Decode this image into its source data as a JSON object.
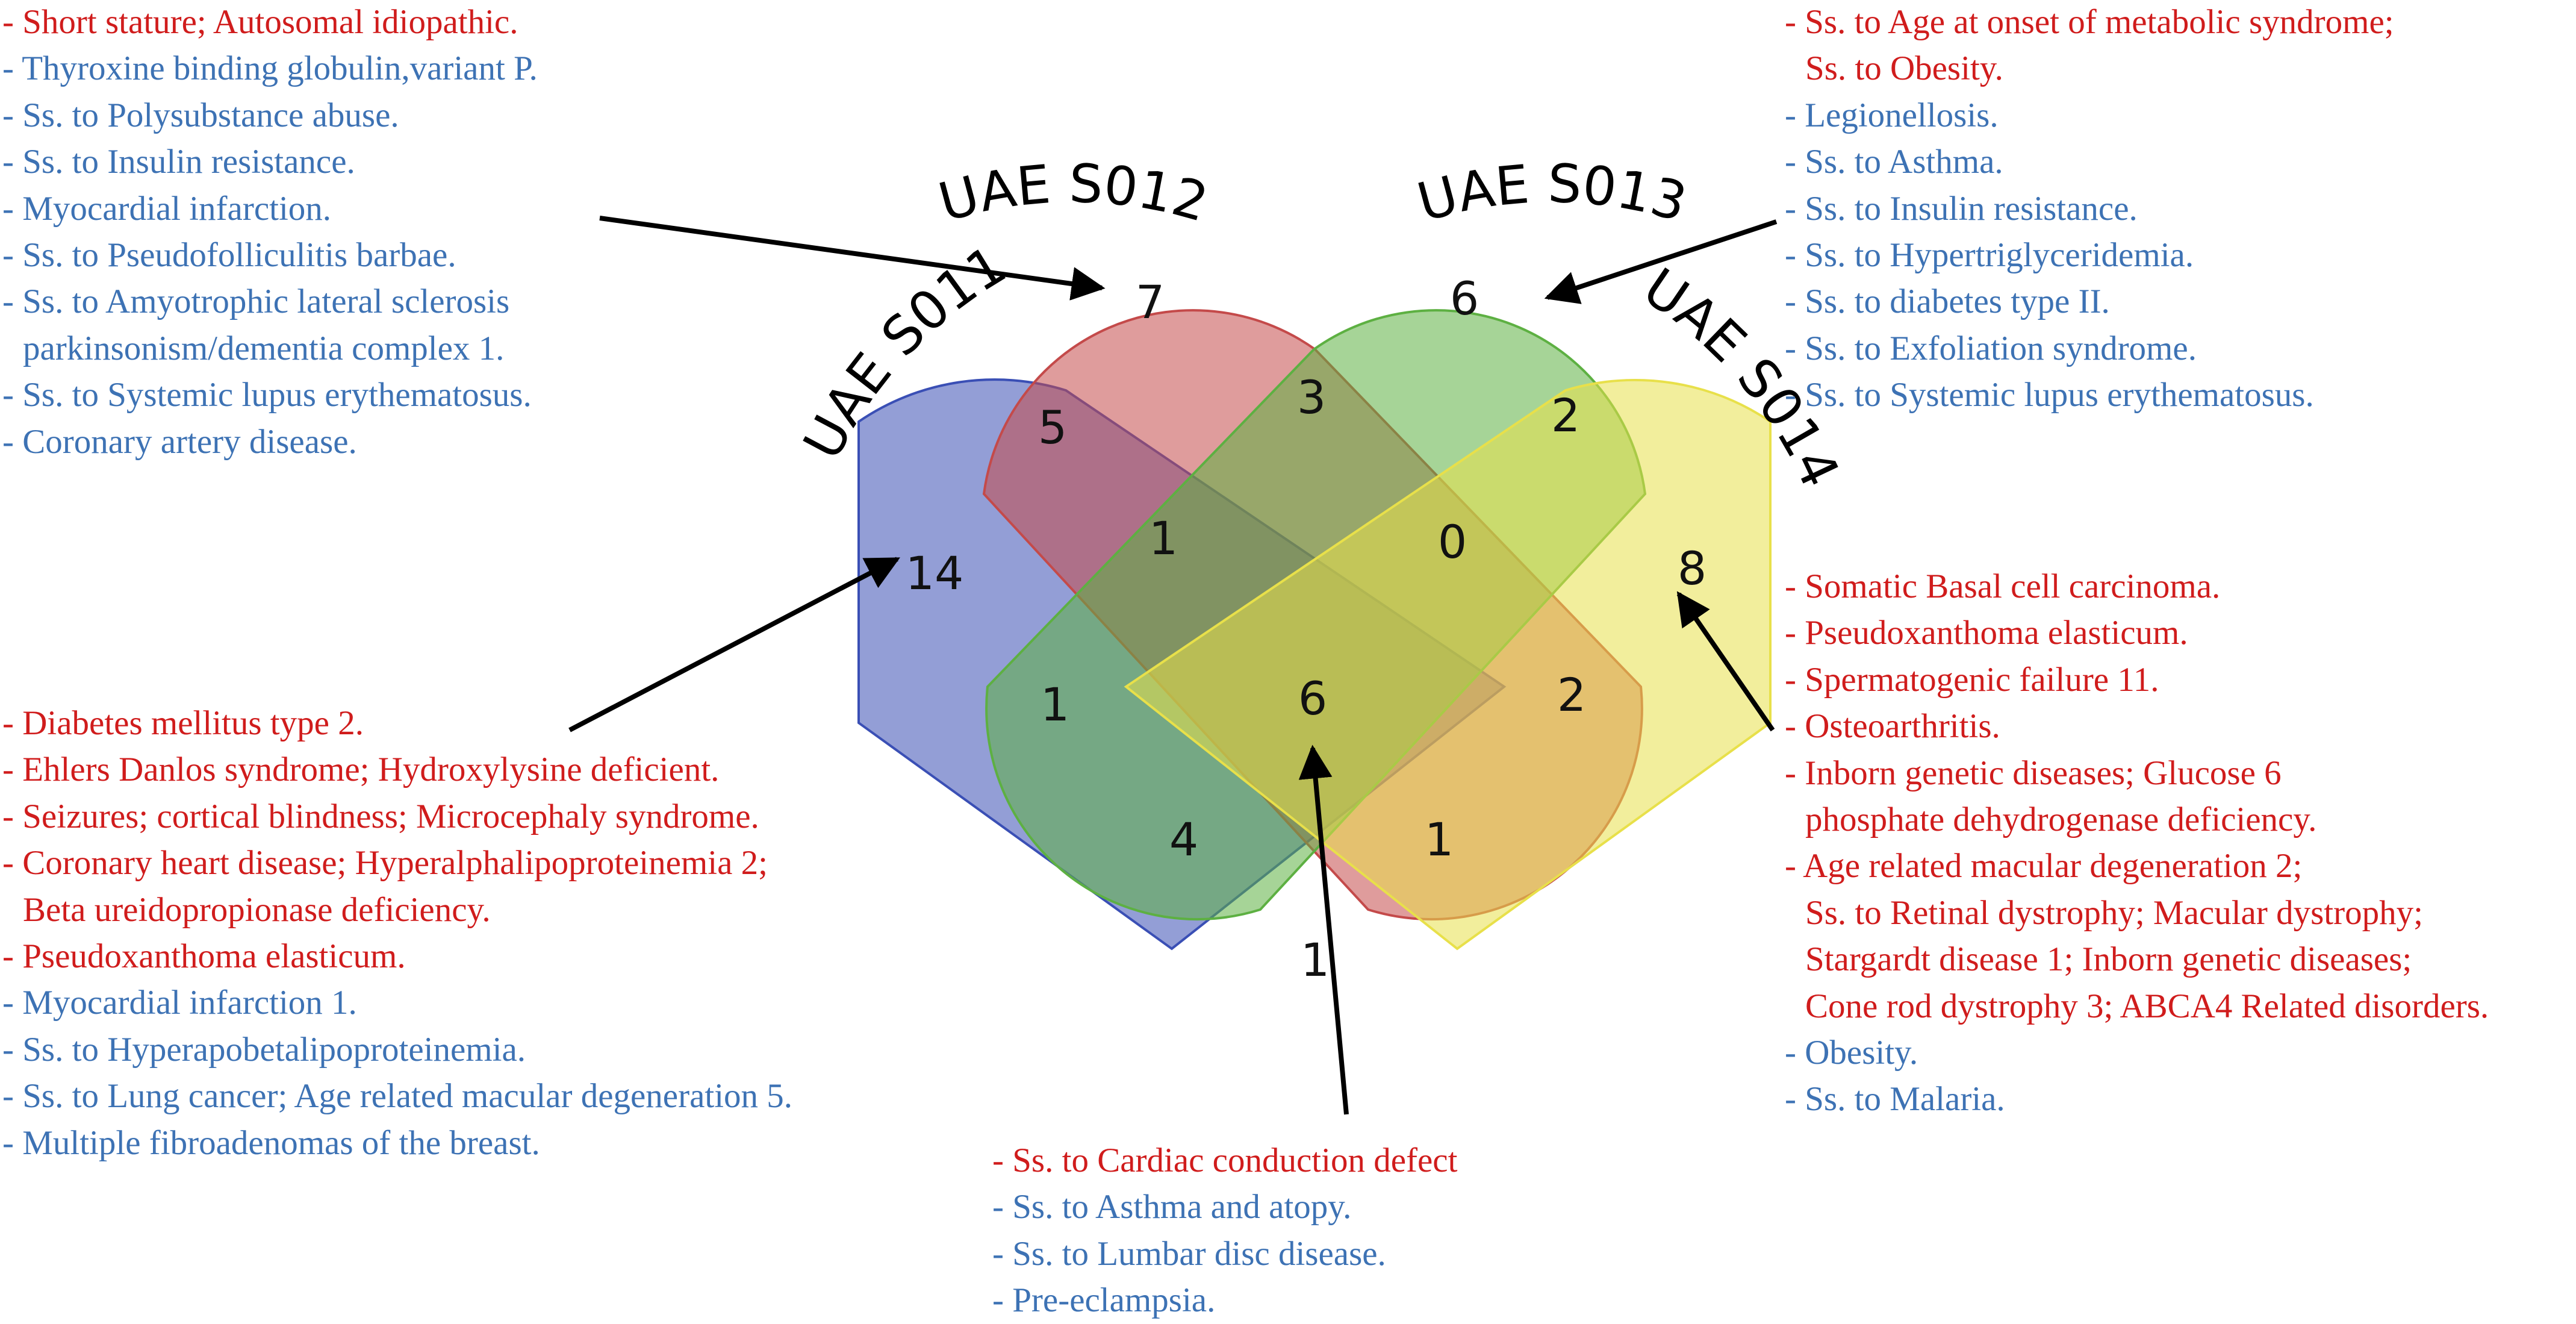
{
  "venn": {
    "sets": [
      {
        "id": "s011",
        "label": "UAE S011",
        "color": "#3a4fb5"
      },
      {
        "id": "s012",
        "label": "UAE S012",
        "color": "#c44a4a"
      },
      {
        "id": "s013",
        "label": "UAE S013",
        "color": "#5db042"
      },
      {
        "id": "s014",
        "label": "UAE S014",
        "color": "#e8e04a"
      }
    ],
    "counts": {
      "s011_only": "14",
      "s012_only": "7",
      "s013_only": "6",
      "s014_only": "8",
      "s011_s012": "5",
      "s012_s013": "3",
      "s013_s014": "2",
      "s011_s012_s013": "1",
      "s012_s013_s014": "0",
      "s011_s013": "1",
      "s012_s014": "2",
      "all_four": "6",
      "s011_s013_s014": "4",
      "s011_s012_s014": "1",
      "s011_s014": "1"
    }
  },
  "annotations": {
    "top_left": [
      {
        "lines": [
          "- Short stature; Autosomal idiopathic."
        ],
        "color": "red"
      },
      {
        "lines": [
          "- Thyroxine binding globulin,variant P."
        ],
        "color": "blue"
      },
      {
        "lines": [
          "- Ss. to Polysubstance abuse."
        ],
        "color": "blue"
      },
      {
        "lines": [
          "- Ss. to Insulin resistance."
        ],
        "color": "blue"
      },
      {
        "lines": [
          "- Myocardial infarction."
        ],
        "color": "blue"
      },
      {
        "lines": [
          "- Ss. to Pseudofolliculitis barbae."
        ],
        "color": "blue"
      },
      {
        "lines": [
          "- Ss. to Amyotrophic lateral sclerosis",
          "parkinsonism/dementia complex 1."
        ],
        "color": "blue"
      },
      {
        "lines": [
          "- Ss. to Systemic lupus erythematosus."
        ],
        "color": "blue"
      },
      {
        "lines": [
          "- Coronary artery disease."
        ],
        "color": "blue"
      }
    ],
    "top_right": [
      {
        "lines": [
          "- Ss. to Age at onset of metabolic syndrome;",
          "Ss. to Obesity."
        ],
        "color": "red"
      },
      {
        "lines": [
          "- Legionellosis."
        ],
        "color": "blue"
      },
      {
        "lines": [
          "- Ss. to  Asthma."
        ],
        "color": "blue"
      },
      {
        "lines": [
          "- Ss. to Insulin resistance."
        ],
        "color": "blue"
      },
      {
        "lines": [
          "- Ss. to Hypertriglyceridemia."
        ],
        "color": "blue"
      },
      {
        "lines": [
          "- Ss. to diabetes type II."
        ],
        "color": "blue"
      },
      {
        "lines": [
          "- Ss. to  Exfoliation syndrome."
        ],
        "color": "blue"
      },
      {
        "lines": [
          "- Ss. to Systemic lupus erythematosus."
        ],
        "color": "blue"
      }
    ],
    "mid_right": [
      {
        "lines": [
          "- Somatic Basal cell carcinoma."
        ],
        "color": "red"
      },
      {
        "lines": [
          "- Pseudoxanthoma elasticum."
        ],
        "color": "red"
      },
      {
        "lines": [
          "- Spermatogenic failure 11."
        ],
        "color": "red"
      },
      {
        "lines": [
          "- Osteoarthritis."
        ],
        "color": "red"
      },
      {
        "lines": [
          "- Inborn genetic diseases; Glucose 6",
          "phosphate dehydrogenase deficiency."
        ],
        "color": "red"
      },
      {
        "lines": [
          "- Age related  macular degeneration 2;",
          "Ss. to Retinal dystrophy; Macular dystrophy;",
          "Stargardt disease 1; Inborn genetic diseases;",
          "Cone rod dystrophy 3; ABCA4 Related disorders."
        ],
        "color": "red"
      },
      {
        "lines": [
          "- Obesity."
        ],
        "color": "blue"
      },
      {
        "lines": [
          "- Ss. to  Malaria."
        ],
        "color": "blue"
      }
    ],
    "mid_left": [
      {
        "lines": [
          "- Diabetes mellitus type 2."
        ],
        "color": "red"
      },
      {
        "lines": [
          "- Ehlers Danlos syndrome; Hydroxylysine deficient."
        ],
        "color": "red"
      },
      {
        "lines": [
          "- Seizures; cortical blindness; Microcephaly syndrome."
        ],
        "color": "red"
      },
      {
        "lines": [
          "- Coronary heart disease; Hyperalphalipoproteinemia 2;",
          "Beta ureidopropionase deficiency."
        ],
        "color": "red"
      },
      {
        "lines": [
          "- Pseudoxanthoma elasticum."
        ],
        "color": "red"
      },
      {
        "lines": [
          "- Myocardial infarction 1."
        ],
        "color": "blue"
      },
      {
        "lines": [
          "- Ss. to Hyperapobetalipoproteinemia."
        ],
        "color": "blue"
      },
      {
        "lines": [
          "- Ss. to Lung cancer; Age related macular degeneration 5."
        ],
        "color": "blue"
      },
      {
        "lines": [
          "- Multiple fibroadenomas of the breast."
        ],
        "color": "blue"
      }
    ],
    "bottom": [
      {
        "lines": [
          "- Ss. to Cardiac conduction defect"
        ],
        "color": "red"
      },
      {
        "lines": [
          "- Ss. to Asthma and atopy."
        ],
        "color": "blue"
      },
      {
        "lines": [
          "- Ss. to Lumbar disc disease."
        ],
        "color": "blue"
      },
      {
        "lines": [
          "- Pre-eclampsia."
        ],
        "color": "blue"
      }
    ]
  }
}
